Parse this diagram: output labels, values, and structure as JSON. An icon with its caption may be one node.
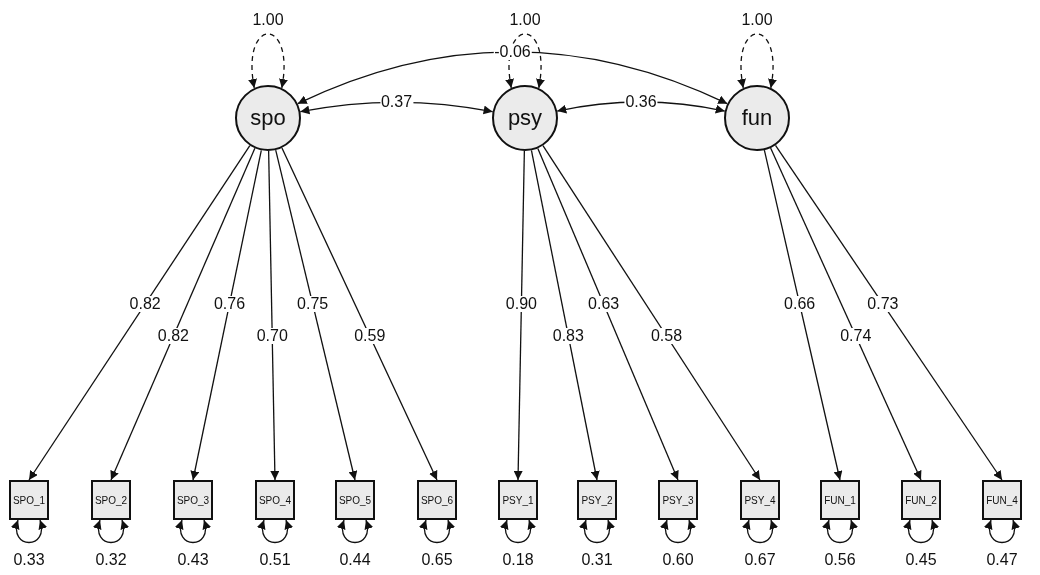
{
  "diagram": {
    "nodes": [
      {
        "text": [
          "spo"
        ]
      },
      {
        "text": [
          "psy"
        ]
      },
      {
        "text": [
          "fun"
        ]
      },
      {
        "text": [
          "SPO_1"
        ]
      },
      {
        "text": [
          "SPO_2"
        ]
      },
      {
        "text": [
          "SPO_3"
        ]
      },
      {
        "text": [
          "SPO_4"
        ]
      },
      {
        "text": [
          "SPO_5"
        ]
      },
      {
        "text": [
          "SPO_6"
        ]
      },
      {
        "text": [
          "PSY_1"
        ]
      },
      {
        "text": [
          "PSY_2"
        ]
      },
      {
        "text": [
          "PSY_3"
        ]
      },
      {
        "text": [
          "PSY_4"
        ]
      },
      {
        "text": [
          "FUN_1"
        ]
      },
      {
        "text": [
          "FUN_2"
        ]
      },
      {
        "text": [
          "FUN_4"
        ]
      }
    ],
    "edges": [
      {
        "from": 0,
        "to": 0,
        "arrow": "both",
        "style": "dashed",
        "label": "1.00"
      },
      {
        "from": 1,
        "to": 1,
        "arrow": "both",
        "style": "dashed",
        "label": "1.00"
      },
      {
        "from": 2,
        "to": 2,
        "arrow": "both",
        "style": "dashed",
        "label": "1.00"
      },
      {
        "from": 0,
        "to": 1,
        "arrow": "both",
        "label": "0.37"
      },
      {
        "from": 0,
        "to": 2,
        "arrow": "both",
        "label": "-0.06"
      },
      {
        "from": 1,
        "to": 2,
        "arrow": "both",
        "label": "0.36"
      },
      {
        "from": 0,
        "to": 3,
        "arrow": "to",
        "label": "0.82"
      },
      {
        "from": 0,
        "to": 4,
        "arrow": "to",
        "label": "0.82"
      },
      {
        "from": 0,
        "to": 5,
        "arrow": "to",
        "label": "0.76"
      },
      {
        "from": 0,
        "to": 6,
        "arrow": "to",
        "label": "0.70"
      },
      {
        "from": 0,
        "to": 7,
        "arrow": "to",
        "label": "0.75"
      },
      {
        "from": 0,
        "to": 8,
        "arrow": "to",
        "label": "0.59"
      },
      {
        "from": 1,
        "to": 9,
        "arrow": "to",
        "label": "0.90"
      },
      {
        "from": 1,
        "to": 10,
        "arrow": "to",
        "label": "0.83"
      },
      {
        "from": 1,
        "to": 11,
        "arrow": "to",
        "label": "0.63"
      },
      {
        "from": 1,
        "to": 12,
        "arrow": "to",
        "label": "0.58"
      },
      {
        "from": 2,
        "to": 13,
        "arrow": "to",
        "label": "0.66"
      },
      {
        "from": 2,
        "to": 14,
        "arrow": "to",
        "label": "0.74"
      },
      {
        "from": 2,
        "to": 15,
        "arrow": "to",
        "label": "0.73"
      },
      {
        "from": 3,
        "to": 3,
        "arrow": "both",
        "label": "0.33"
      },
      {
        "from": 4,
        "to": 4,
        "arrow": "both",
        "label": "0.32"
      },
      {
        "from": 5,
        "to": 5,
        "arrow": "both",
        "label": "0.43"
      },
      {
        "from": 6,
        "to": 6,
        "arrow": "both",
        "label": "0.51"
      },
      {
        "from": 7,
        "to": 7,
        "arrow": "both",
        "label": "0.44"
      },
      {
        "from": 8,
        "to": 8,
        "arrow": "both",
        "label": "0.65"
      },
      {
        "from": 9,
        "to": 9,
        "arrow": "both",
        "label": "0.18"
      },
      {
        "from": 10,
        "to": 10,
        "arrow": "both",
        "label": "0.31"
      },
      {
        "from": 11,
        "to": 11,
        "arrow": "both",
        "label": "0.60"
      },
      {
        "from": 12,
        "to": 12,
        "arrow": "both",
        "label": "0.67"
      },
      {
        "from": 13,
        "to": 13,
        "arrow": "both",
        "label": "0.56"
      },
      {
        "from": 14,
        "to": 14,
        "arrow": "both",
        "label": "0.45"
      },
      {
        "from": 15,
        "to": 15,
        "arrow": "both",
        "label": "0.47"
      }
    ]
  }
}
